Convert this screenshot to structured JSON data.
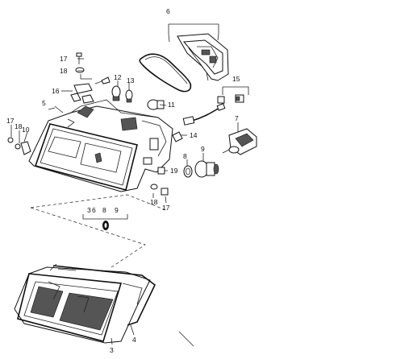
{
  "callouts": {
    "c3": "3",
    "c4": "4",
    "c5": "5",
    "c6": "6",
    "c7": "7",
    "c8a": "8",
    "c9a": "9",
    "c10": "10",
    "c11": "11",
    "c12": "12",
    "c13": "13",
    "c14": "14",
    "c15": "15",
    "c16": "16",
    "c17a": "17",
    "c17b": "17",
    "c17c": "17",
    "c18a": "18",
    "c18b": "18",
    "c18c": "18",
    "c19": "19",
    "group_3": "3",
    "group_6": "6",
    "group_8": "8",
    "group_9": "9"
  }
}
